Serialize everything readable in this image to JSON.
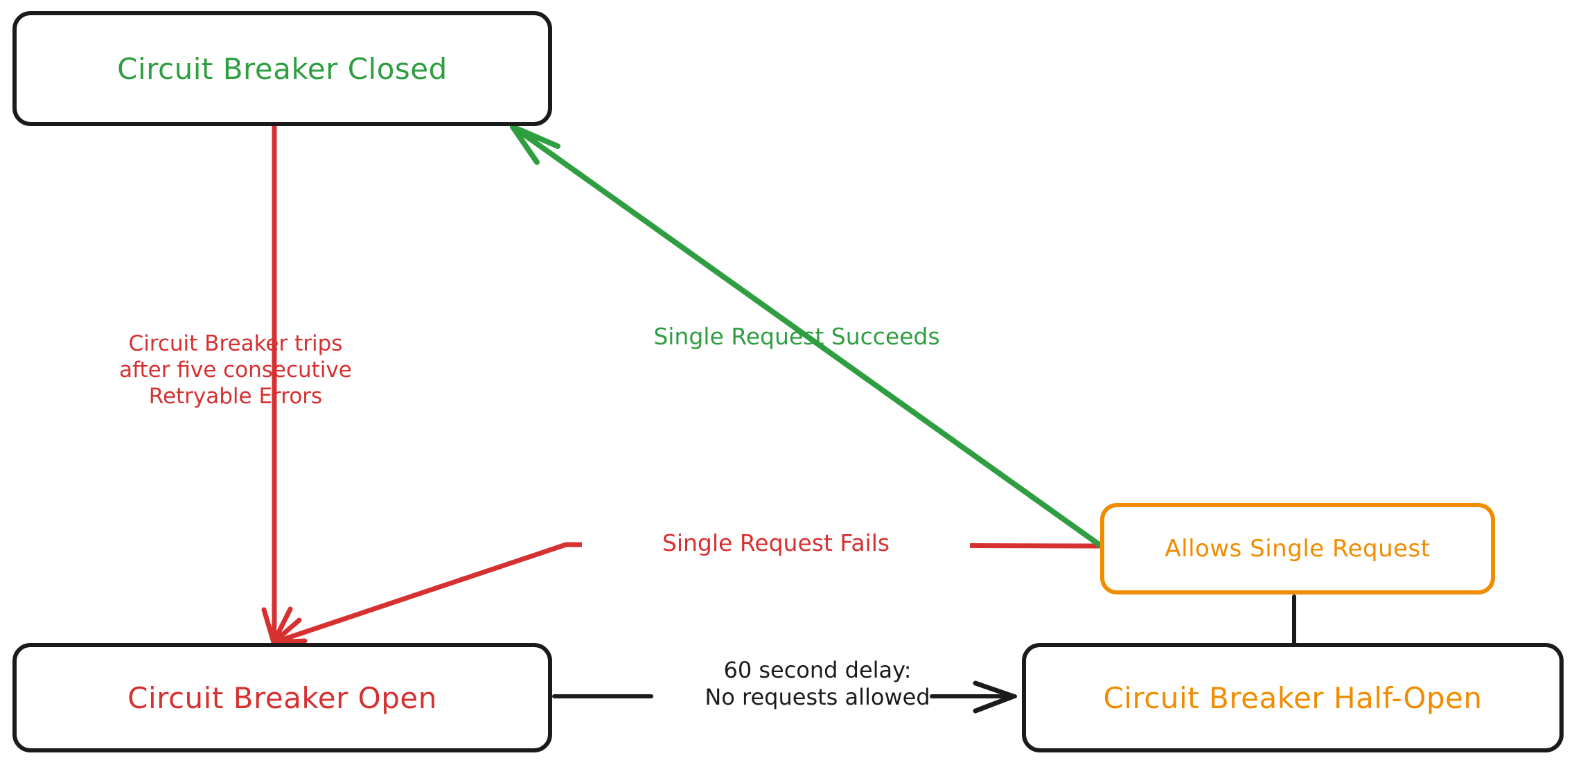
{
  "diagram": {
    "title": "Circuit Breaker State Diagram",
    "type": "state-diagram",
    "background": "#ffffff",
    "colors": {
      "green": "#2f9e41",
      "red": "#d63031",
      "orange": "#f08c00",
      "black": "#1b1b1b"
    }
  },
  "nodes": [
    {
      "id": "closed",
      "label": "Circuit Breaker Closed",
      "text_color": "#2f9e41",
      "border_color": "#1b1b1b"
    },
    {
      "id": "open",
      "label": "Circuit Breaker Open",
      "text_color": "#d63031",
      "border_color": "#1b1b1b"
    },
    {
      "id": "halfopen",
      "label": "Circuit Breaker Half-Open",
      "text_color": "#f08c00",
      "border_color": "#1b1b1b"
    },
    {
      "id": "allows",
      "label": "Allows Single Request",
      "text_color": "#f08c00",
      "border_color": "#f08c00"
    }
  ],
  "edges": [
    {
      "id": "closed-to-open",
      "from": "closed",
      "to": "open",
      "label": "Circuit Breaker trips\nafter five consecutive\nRetryable Errors",
      "color": "#d63031",
      "arrow": true
    },
    {
      "id": "allows-to-closed",
      "from": "allows",
      "to": "closed",
      "label": "Single Request Succeeds",
      "color": "#2f9e41",
      "arrow": true
    },
    {
      "id": "allows-to-open",
      "from": "allows",
      "to": "open",
      "label": "Single Request Fails",
      "color": "#d63031",
      "arrow": true
    },
    {
      "id": "open-to-halfopen",
      "from": "open",
      "to": "halfopen",
      "label": "60 second delay:\nNo requests allowed",
      "color": "#1b1b1b",
      "arrow": true
    },
    {
      "id": "halfopen-to-allows",
      "from": "halfopen",
      "to": "allows",
      "label": "",
      "color": "#1b1b1b",
      "arrow": false
    }
  ]
}
